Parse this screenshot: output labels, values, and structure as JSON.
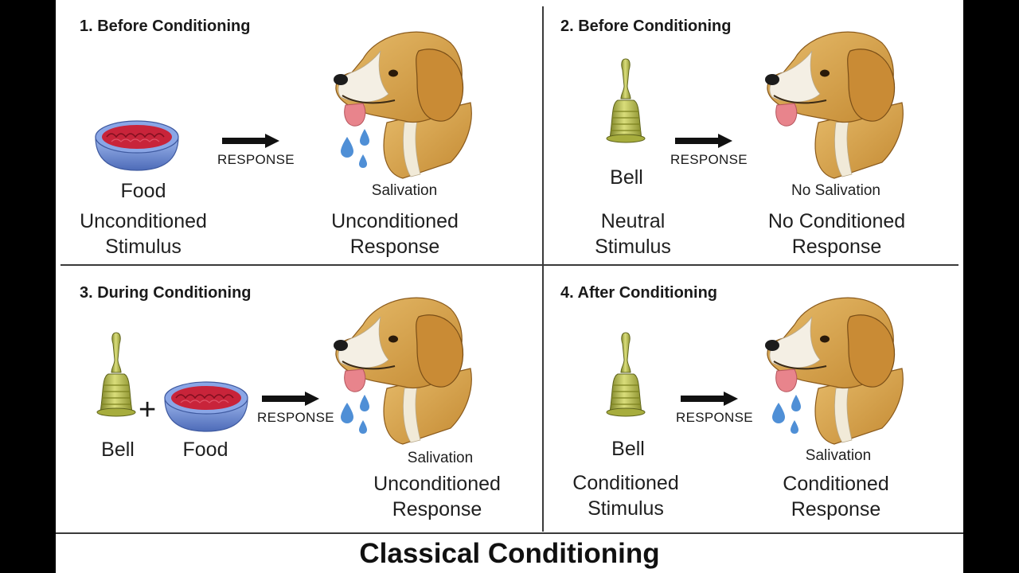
{
  "title": "Classical Conditioning",
  "response_label": "RESPONSE",
  "panels": [
    {
      "header": "1. Before Conditioning",
      "stimulus_name": "Food",
      "stimulus_type": "Unconditioned Stimulus",
      "response_name": "Salivation",
      "response_type": "Unconditioned Response"
    },
    {
      "header": "2. Before Conditioning",
      "stimulus_name": "Bell",
      "stimulus_type": "Neutral Stimulus",
      "response_name": "No Salivation",
      "response_type": "No Conditioned Response"
    },
    {
      "header": "3. During Conditioning",
      "stimulus_name_1": "Bell",
      "stimulus_name_2": "Food",
      "plus": "+",
      "response_name": "Salivation",
      "response_type": "Unconditioned Response"
    },
    {
      "header": "4. After Conditioning",
      "stimulus_name": "Bell",
      "stimulus_type": "Conditioned Stimulus",
      "response_name": "Salivation",
      "response_type": "Conditioned Response"
    }
  ],
  "colors": {
    "bell": "#b8bd4a",
    "bowl": "#6f8fd0",
    "food": "#c8243a",
    "dog_fur": "#d4a24c",
    "dog_ear": "#c98b35",
    "tongue": "#e8848c",
    "drop": "#4f8fd6"
  },
  "icons": [
    "food-bowl-icon",
    "bell-icon",
    "arrow-icon",
    "dog-head-icon",
    "saliva-drops-icon"
  ]
}
